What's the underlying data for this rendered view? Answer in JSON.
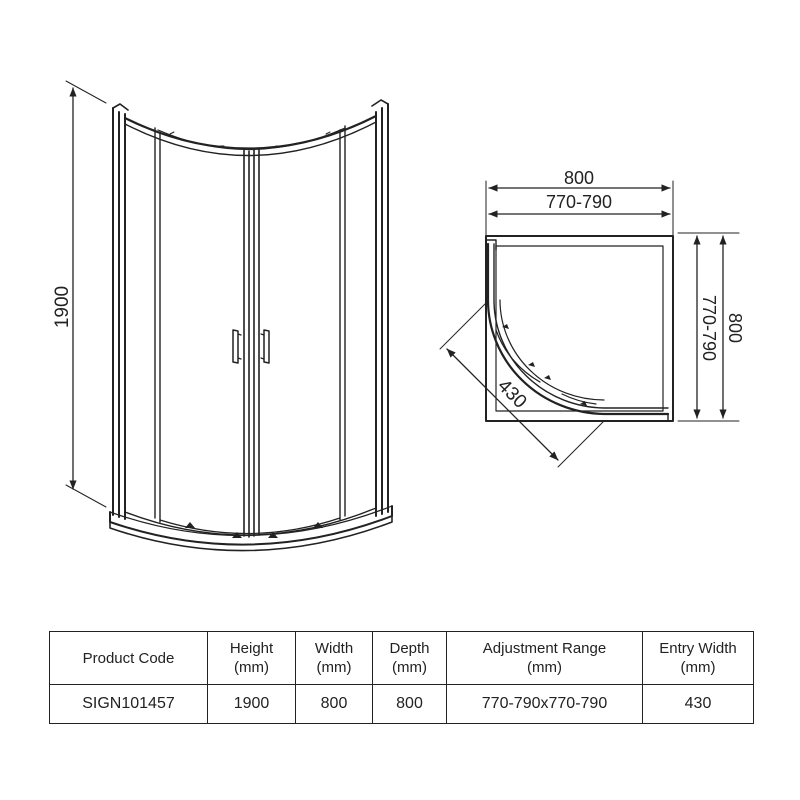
{
  "drawing": {
    "front_view": {
      "height_label": "1900"
    },
    "plan_view": {
      "width_label": "800",
      "width_adjust_label": "770-790",
      "depth_label": "800",
      "depth_adjust_label": "770-790",
      "entry_label": "430"
    }
  },
  "spec_table": {
    "headers": [
      {
        "line1": "Product Code",
        "line2": ""
      },
      {
        "line1": "Height",
        "line2": "(mm)"
      },
      {
        "line1": "Width",
        "line2": "(mm)"
      },
      {
        "line1": "Depth",
        "line2": "(mm)"
      },
      {
        "line1": "Adjustment Range",
        "line2": "(mm)"
      },
      {
        "line1": "Entry Width",
        "line2": "(mm)"
      }
    ],
    "row": [
      "SIGN101457",
      "1900",
      "800",
      "800",
      "770-790x770-790",
      "430"
    ]
  }
}
